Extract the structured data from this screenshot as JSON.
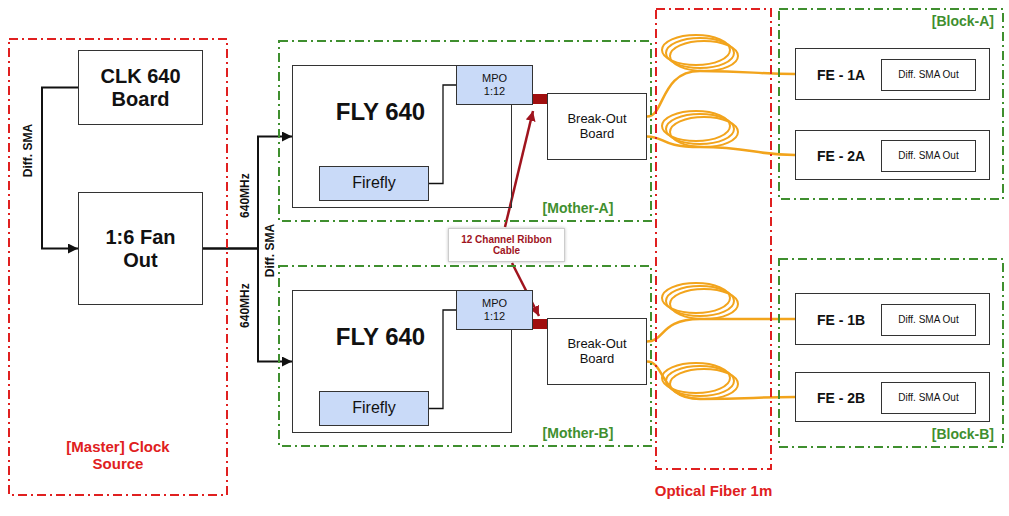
{
  "diagram": {
    "nodes": [
      {
        "text": [
          "[Master] Clock Source"
        ]
      },
      {
        "text": [
          "CLK 640 Board"
        ],
        "in": 0
      },
      {
        "text": [
          "1:6 Fan Out"
        ],
        "in": 0
      },
      {
        "text": [
          "[Mother-A]"
        ]
      },
      {
        "text": [
          "FLY 640"
        ],
        "in": 3
      },
      {
        "text": [
          "Firefly"
        ],
        "in": 4
      },
      {
        "text": [
          "MPO 1:12"
        ],
        "in": 3
      },
      {
        "text": [
          "Break-Out Board"
        ],
        "in": 3
      },
      {
        "text": [
          "[Mother-B]"
        ]
      },
      {
        "text": [
          "FLY 640"
        ],
        "in": 8
      },
      {
        "text": [
          "Firefly"
        ],
        "in": 9
      },
      {
        "text": [
          "MPO 1:12"
        ],
        "in": 8
      },
      {
        "text": [
          "Break-Out Board"
        ],
        "in": 8
      },
      {
        "text": [
          "Optical Fiber 1m"
        ]
      },
      {
        "text": [
          "[Block-A]"
        ]
      },
      {
        "text": [
          "FE - 1A"
        ],
        "in": 14
      },
      {
        "text": [
          "Diff. SMA Out"
        ],
        "in": 15
      },
      {
        "text": [
          "FE - 2A"
        ],
        "in": 14
      },
      {
        "text": [
          "Diff. SMA Out"
        ],
        "in": 17
      },
      {
        "text": [
          "[Block-B]"
        ]
      },
      {
        "text": [
          "FE - 1B"
        ],
        "in": 19
      },
      {
        "text": [
          "Diff. SMA Out"
        ],
        "in": 20
      },
      {
        "text": [
          "FE - 2B"
        ],
        "in": 19
      },
      {
        "text": [
          "Diff. SMA Out"
        ],
        "in": 22
      },
      {
        "text": [
          "12 Channel Ribbon Cable"
        ]
      }
    ],
    "edges": [
      {
        "from": 1,
        "to": 2,
        "arrow": "to",
        "label": "Diff. SMA"
      },
      {
        "from": 2,
        "to": 4,
        "arrow": "to",
        "label": "640MHz"
      },
      {
        "from": 2,
        "to": 9,
        "arrow": "to",
        "label": "640MHz"
      },
      {
        "from": 5,
        "to": 6,
        "arrow": "none"
      },
      {
        "from": 6,
        "to": 7,
        "arrow": "none"
      },
      {
        "from": 10,
        "to": 11,
        "arrow": "none"
      },
      {
        "from": 11,
        "to": 12,
        "arrow": "none"
      },
      {
        "from": 7,
        "to": 15,
        "arrow": "none"
      },
      {
        "from": 7,
        "to": 17,
        "arrow": "none"
      },
      {
        "from": 12,
        "to": 20,
        "arrow": "none"
      },
      {
        "from": 12,
        "to": 22,
        "arrow": "none"
      }
    ],
    "labels": [
      "Diff. SMA"
    ]
  }
}
